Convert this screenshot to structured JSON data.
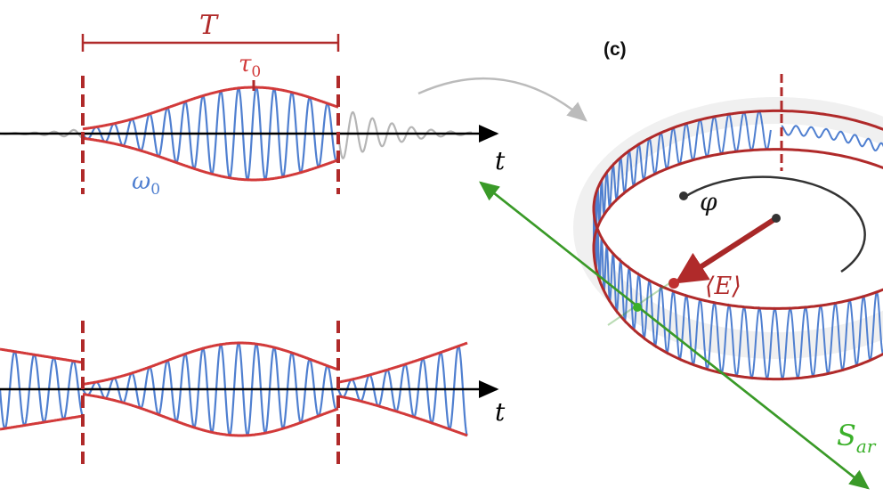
{
  "labels": {
    "period": "T",
    "pulse_width": "τ",
    "pulse_width_sub": "0",
    "carrier": "ω",
    "carrier_sub": "0",
    "time_axis_top": "t",
    "time_axis_bottom": "t",
    "panel": "(c)",
    "angle": "φ",
    "field": "⟨E⟩",
    "signal": "S",
    "signal_sub": "ar"
  },
  "colors": {
    "envelope": "#d23a3a",
    "carrier": "#4f7fd0",
    "tail": "#b5b5b5",
    "marker": "#b02a2a",
    "signal": "#3a9a28",
    "axis": "#000000",
    "ring": "#f0f0f0"
  }
}
